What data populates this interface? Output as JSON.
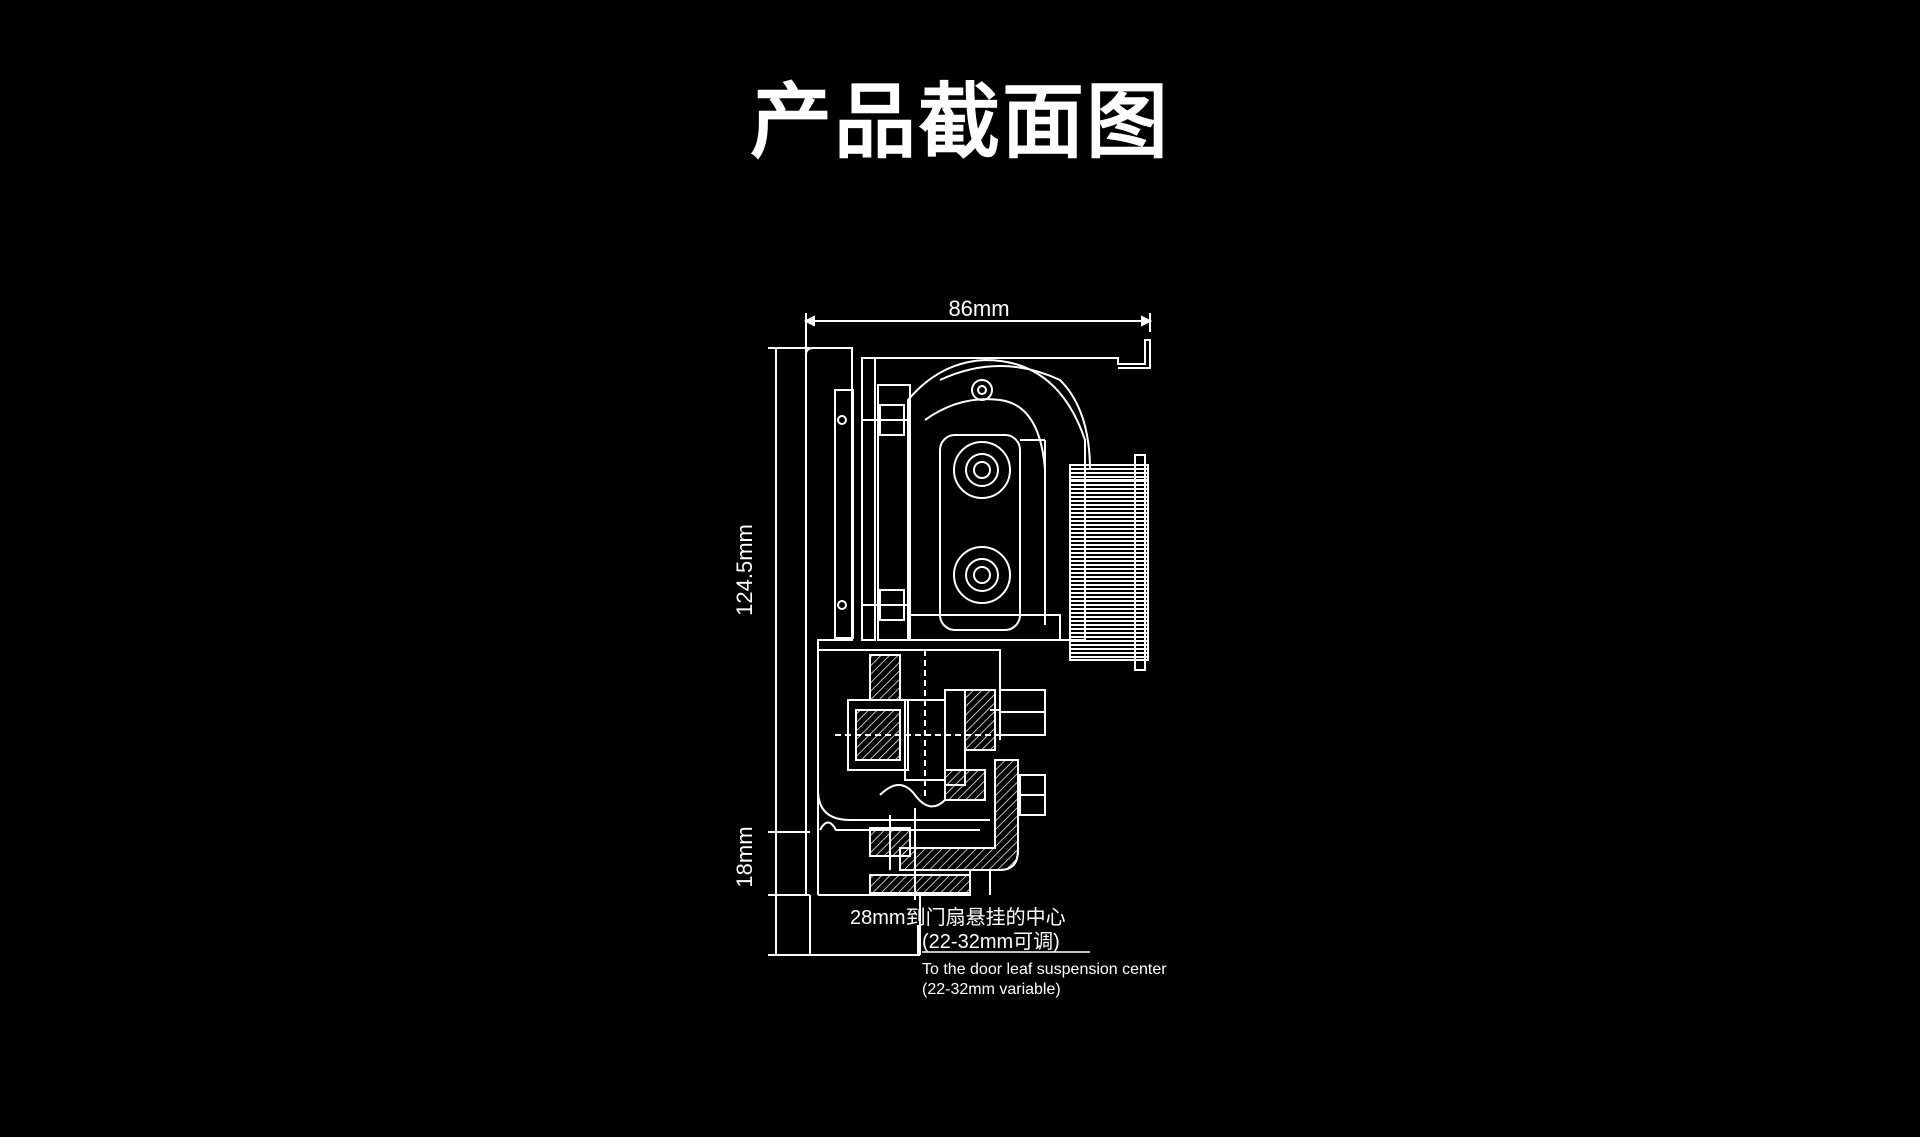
{
  "title": "产品截面图",
  "diagram": {
    "width_dim": "86mm",
    "height_dim": "124.5mm",
    "bottom_dim": "18mm",
    "offset_dim_cn": "28mm到门扇悬挂的中心",
    "offset_range_cn": "(22-32mm可调)",
    "offset_dim_en": "To the door leaf suspension center",
    "offset_range_en": "(22-32mm variable)",
    "line_color": "#ffffff",
    "background": "#000000"
  }
}
